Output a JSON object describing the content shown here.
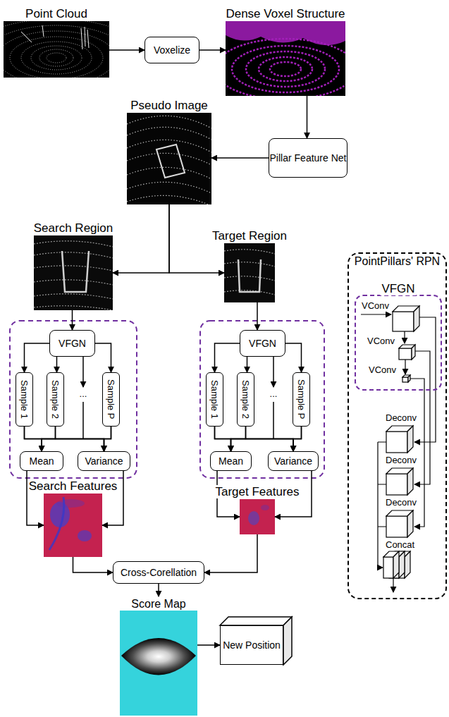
{
  "diagram": {
    "nodes": [
      {
        "text": [
          "Point Cloud"
        ]
      },
      {
        "text": [
          "Voxelize"
        ]
      },
      {
        "text": [
          "Dense Voxel Structure"
        ]
      },
      {
        "text": [
          "Pillar Feature Net"
        ]
      },
      {
        "text": [
          "Pseudo Image"
        ]
      },
      {
        "text": [
          "Search Region"
        ]
      },
      {
        "text": [
          "Target Region"
        ]
      },
      {
        "text": [
          "VFGN"
        ]
      },
      {
        "text": [
          "Sample 1"
        ]
      },
      {
        "text": [
          "Sample 2"
        ]
      },
      {
        "text": [
          "Sample P"
        ]
      },
      {
        "text": [
          "Mean"
        ]
      },
      {
        "text": [
          "Variance"
        ]
      },
      {
        "text": [
          "VFGN"
        ]
      },
      {
        "text": [
          "Sample 1"
        ]
      },
      {
        "text": [
          "Sample 2"
        ]
      },
      {
        "text": [
          "Sample P"
        ]
      },
      {
        "text": [
          "Mean"
        ]
      },
      {
        "text": [
          "Variance"
        ]
      },
      {
        "text": [
          "Search Features"
        ]
      },
      {
        "text": [
          "Target Features"
        ]
      },
      {
        "text": [
          "Cross-Corellation"
        ]
      },
      {
        "text": [
          "Score Map"
        ]
      },
      {
        "text": [
          "New Position"
        ]
      },
      {
        "text": [
          "PointPillars' RPN"
        ]
      },
      {
        "text": [
          "VFGN"
        ],
        "in": 24
      }
    ],
    "edges": [
      {
        "from": 0,
        "to": 1,
        "arrow": "to"
      },
      {
        "from": 1,
        "to": 2,
        "arrow": "to"
      },
      {
        "from": 2,
        "to": 3,
        "arrow": "to"
      },
      {
        "from": 3,
        "to": 4,
        "arrow": "to"
      },
      {
        "from": 4,
        "to": 5,
        "arrow": "to"
      },
      {
        "from": 4,
        "to": 6,
        "arrow": "to"
      },
      {
        "from": 5,
        "to": 7,
        "arrow": "to"
      },
      {
        "from": 6,
        "to": 13,
        "arrow": "to"
      },
      {
        "from": 7,
        "to": 8,
        "arrow": "to"
      },
      {
        "from": 7,
        "to": 9,
        "arrow": "to"
      },
      {
        "from": 7,
        "to": 10,
        "arrow": "to"
      },
      {
        "from": 8,
        "to": 11,
        "arrow": "to"
      },
      {
        "from": 8,
        "to": 12,
        "arrow": "to"
      },
      {
        "from": 9,
        "to": 11,
        "arrow": "to"
      },
      {
        "from": 9,
        "to": 12,
        "arrow": "to"
      },
      {
        "from": 10,
        "to": 11,
        "arrow": "to"
      },
      {
        "from": 10,
        "to": 12,
        "arrow": "to"
      },
      {
        "from": 13,
        "to": 14,
        "arrow": "to"
      },
      {
        "from": 13,
        "to": 15,
        "arrow": "to"
      },
      {
        "from": 13,
        "to": 16,
        "arrow": "to"
      },
      {
        "from": 14,
        "to": 17,
        "arrow": "to"
      },
      {
        "from": 14,
        "to": 18,
        "arrow": "to"
      },
      {
        "from": 15,
        "to": 17,
        "arrow": "to"
      },
      {
        "from": 15,
        "to": 18,
        "arrow": "to"
      },
      {
        "from": 16,
        "to": 17,
        "arrow": "to"
      },
      {
        "from": 16,
        "to": 18,
        "arrow": "to"
      },
      {
        "from": 11,
        "to": 19,
        "arrow": "to"
      },
      {
        "from": 12,
        "to": 19,
        "arrow": "to"
      },
      {
        "from": 17,
        "to": 20,
        "arrow": "to"
      },
      {
        "from": 18,
        "to": 20,
        "arrow": "to"
      },
      {
        "from": 19,
        "to": 21,
        "arrow": "to"
      },
      {
        "from": 20,
        "to": 21,
        "arrow": "to"
      },
      {
        "from": 21,
        "to": 22,
        "arrow": "to"
      },
      {
        "from": 22,
        "to": 23,
        "arrow": "to"
      }
    ],
    "labels": [
      "...",
      "...",
      "VConv",
      "VConv",
      "VConv",
      "Deconv",
      "Deconv",
      "Deconv",
      "Concat"
    ]
  }
}
